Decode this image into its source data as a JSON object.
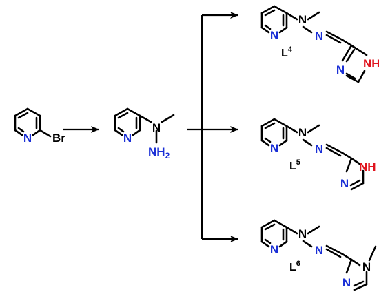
{
  "colors": {
    "nitrogen": "#1a2fd6",
    "nh_red": "#e0141e",
    "text": "#000000",
    "bond": "#000000"
  },
  "atoms": {
    "N": "N",
    "Br": "Br",
    "NH": "NH",
    "NH2_base": "NH",
    "NH2_sub": "2"
  },
  "labels": {
    "L4": {
      "main": "L",
      "sup": "4"
    },
    "L5": {
      "main": "L",
      "sup": "5"
    },
    "L6": {
      "main": "L",
      "sup": "6"
    }
  }
}
